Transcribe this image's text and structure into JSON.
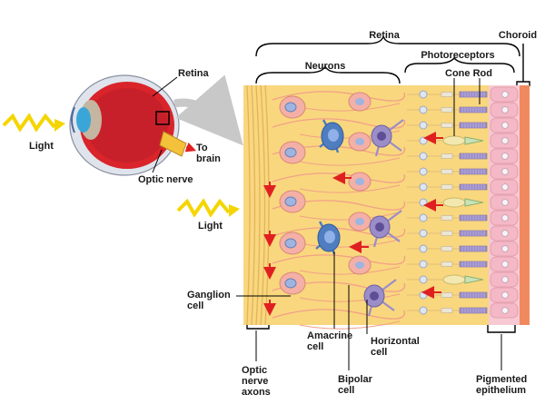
{
  "labels": {
    "retina_top": "Retina",
    "choroid": "Choroid",
    "photoreceptors": "Photoreceptors",
    "neurons": "Neurons",
    "cone_rod": "Cone Rod",
    "eye_retina": "Retina",
    "light_left": "Light",
    "to_brain_1": "To",
    "to_brain_2": "brain",
    "optic_nerve": "Optic nerve",
    "light_mid": "Light",
    "ganglion_1": "Ganglion",
    "ganglion_2": "cell",
    "amacrine_1": "Amacrine",
    "amacrine_2": "cell",
    "horizontal_1": "Horizontal",
    "horizontal_2": "cell",
    "optic_axons_1": "Optic",
    "optic_axons_2": "nerve",
    "optic_axons_3": "axons",
    "bipolar_1": "Bipolar",
    "bipolar_2": "cell",
    "pigmented_1": "Pigmented",
    "pigmented_2": "epithelium"
  },
  "colors": {
    "tissue": "#f9d77e",
    "neuron_body": "#f4b0a6",
    "amacrine": "#4e7dc0",
    "horizontal": "#9b8dc8",
    "rod_segment": "#9b8dc8",
    "cone_segment": "#f3e8b0",
    "epithelium": "#f7c9d3",
    "choroid": "#f08a5e",
    "arrow": "#e02020",
    "light": "#f5d500"
  }
}
